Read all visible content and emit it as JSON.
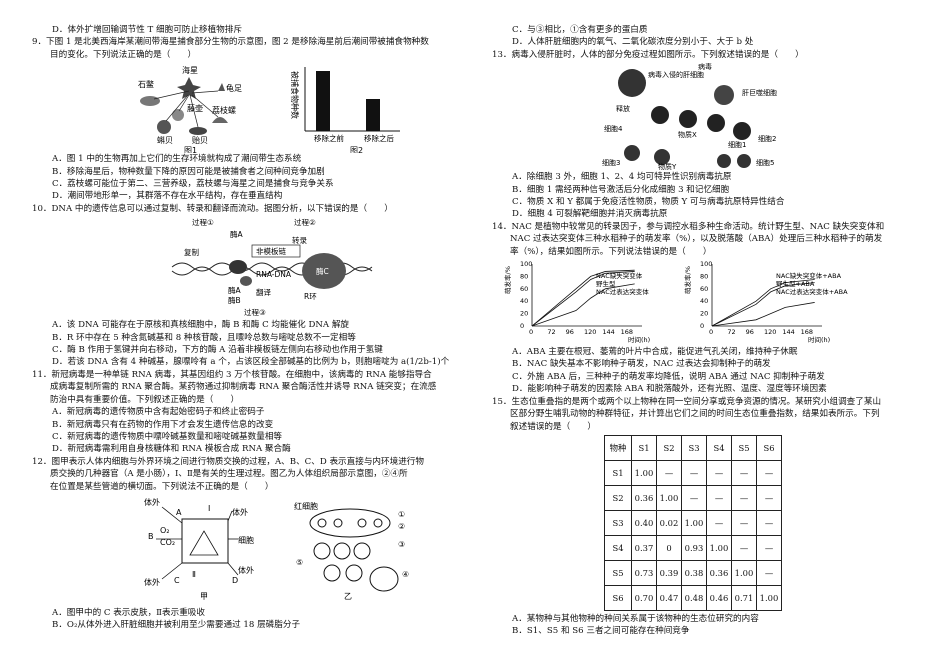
{
  "left_column": {
    "q8_option_d": "D．体外扩增回输调节性 T 细胞可防止移植物排斥",
    "q9": {
      "stem_line1": "9．下图 1 是北美西海岸某潮间带海星捕食部分生物的示意图，图 2 是移除海星前后潮间带被捕食物种数",
      "stem_line2": "目的变化。下列说法正确的是（　　）",
      "fig1_labels": {
        "starfish": "海星",
        "limpet": "石鳖",
        "barnacle": "藤壶",
        "tortoise": "龟足",
        "oyster": "荔枝螺",
        "snail": "蝌贝",
        "mussel": "贻贝"
      },
      "fig1_caption": "图1",
      "fig2_ylabel": "被捕食物种数",
      "fig2_caption": "图2",
      "fig2_categories": [
        "移除之前",
        "移除之后"
      ],
      "fig2_values": [
        15,
        8
      ],
      "options": [
        "A．图 1 中的生物再加上它们的生存环境就构成了潮间带生态系统",
        "B．移除海星后，物种数量下降的原因可能是被捕食者之间种间竞争加剧",
        "C．荔枝螺可能位于第二、三营养级，荔枝螺与海星之间是捕食与竞争关系",
        "D．潮间带地形单一，其群落不存在水平结构，存在垂直结构"
      ]
    },
    "q10": {
      "stem": "10．DNA 中的遗传信息可以通过复制、转录和翻译而流动。据图分析，以下错误的是（　　）",
      "labels": {
        "p1": "过程①",
        "p2": "过程②",
        "p3": "过程③",
        "ea": "酶A",
        "eb": "酶B",
        "ec": "酶C",
        "copy": "复制",
        "trans": "转录",
        "ntemp": "非模板链",
        "rnadna": "RNA-DNA",
        "transl": "翻译",
        "rloop": "R环"
      },
      "options": [
        "A．该 DNA 可能存在于原核和真核细胞中，酶 B 和酶 C 均能催化 DNA 解旋",
        "B．R 环中存在 5 种含氮碱基和 8 种核苷酸，且嘌呤总数与嘧啶总数不一定相等",
        "C．酶 B 作用于氢键并向右移动，下方的酶 A 沿着非模板链左侧向右移动也作用于氢键",
        "D．若该 DNA 含有 4 种碱基，腺嘌呤有 a 个，占该区段全部碱基的比例为 b，则胞嘧啶为 a(1/2b-1)个"
      ]
    },
    "q11": {
      "stem_line1": "11．新冠病毒是一种单链 RNA 病毒，其基因组约 3 万个核苷酸。在细胞中，该病毒的 RNA 能够指导合",
      "stem_line2": "成病毒复制所需的 RNA 聚合酶。某药物通过抑制病毒 RNA 聚合酶活性并诱导 RNA 链突变；在流感",
      "stem_line3": "防治中具有重要价值。下列叙述正确的是（　　）",
      "options": [
        "A．新冠病毒的遗传物质中含有起始密码子和终止密码子",
        "B．新冠病毒只有在药物的作用下才会发生遗传信息的改变",
        "C．新冠病毒的遗传物质中嘌呤碱基数量和嘧啶碱基数量相等",
        "D．新冠病毒需利用自身核糖体和 RNA 模板合成 RNA 聚合酶"
      ]
    },
    "q12": {
      "stem_line1": "12．图甲表示人体内细胞与外界环境之间进行物质交换的过程，A、B、C、D 表示直接与内环境进行物",
      "stem_line2": "质交换的几种器官（A 是小肠），Ⅰ、Ⅱ是有关的生理过程。图乙为人体组织局部示意图，②④所",
      "stem_line3": "在位置是某些管道的横切面。下列说法不正确的是（　　）",
      "fig_labels": {
        "outside1": "体外",
        "outside2": "体外",
        "outside3": "体外",
        "outside4": "体外",
        "o2": "O₂",
        "co2": "CO₂",
        "i": "Ⅰ",
        "ii": "Ⅱ",
        "a": "A",
        "b": "B",
        "c": "C",
        "d": "D",
        "cell": "细胞",
        "jia": "甲",
        "yi": "乙",
        "rbc": "红细胞",
        "n1": "①",
        "n2": "②",
        "n3": "③",
        "n4": "④",
        "n5": "⑤"
      },
      "options": [
        "A．图甲中的 C 表示皮肤，Ⅱ表示重吸收",
        "B．O₂从体外进入肝脏细胞并被利用至少需要通过 18 层磷脂分子"
      ]
    }
  },
  "right_column": {
    "q12_options": [
      "C．与③相比，①含有更多的蛋白质",
      "D．人体肝脏细胞内的氧气、二氧化碳浓度分别小于、大于 b 处"
    ],
    "q13": {
      "stem": "13．病毒入侵肝脏时，人体的部分免疫过程如图所示。下列叙述错误的是（　　）",
      "fig_labels": {
        "virus": "病毒",
        "infected": "病毒入侵的肝细胞",
        "cell1": "细胞1",
        "cell2": "细胞2",
        "cell3": "细胞3",
        "cell4": "细胞4",
        "cell5": "细胞5",
        "substx": "物质X",
        "substy": "物质Y",
        "release": "释放",
        "kupffer": "肝巨噬细胞"
      },
      "options": [
        "A．除细胞 3 外，细胞 1、2、4 均可特异性识别病毒抗原",
        "B．细胞 1 需经两种信号激活后分化成细胞 3 和记忆细胞",
        "C．物质 X 和 Y 都属于免疫活性物质，物质 Y 可与病毒抗原特异性结合",
        "D．细胞 4 可裂解靶细胞并消灭病毒抗原"
      ]
    },
    "q14": {
      "stem_line1": "14．NAC 是植物中较常见的转录因子，参与调控水稻多种生命活动。统计野生型、NAC 缺失突变体和",
      "stem_line2": "NAC 过表达突变体三种水稻种子的萌发率（%），以及脱落酸（ABA）处理后三种水稻种子的萌发",
      "stem_line3": "率（%），结果如图所示。下列说法错误的是（　　）",
      "chart_ylabel": "萌发率/%",
      "chart_xlabel": "时间(h)",
      "chart_xticks": [
        "0",
        "72",
        "96",
        "120",
        "144",
        "168"
      ],
      "chart_yticks": [
        "0",
        "20",
        "40",
        "60",
        "80",
        "100"
      ],
      "chart1_legend": [
        "NAC缺失突变体",
        "野生型",
        "NAC过表达突变体"
      ],
      "chart2_legend": [
        "NAC缺失突变体+ABA",
        "野生型+ABA",
        "NAC过表达突变体+ABA"
      ],
      "options": [
        "A．ABA 主要在根冠、萎蔫的叶片中合成，能促进气孔关闭，维持种子休眠",
        "B．NAC 缺失基本不影响种子萌发，NAC 过表达会抑制种子的萌发",
        "C．外施 ABA 后，三种种子的萌发率均降低，说明 ABA 通过 NAC 抑制种子萌发",
        "D．能影响种子萌发的因素除 ABA 和脱落酸外，还有光照、温度、湿度等环境因素"
      ]
    },
    "q15": {
      "stem_line1": "15．生态位重叠指的是两个或两个以上物种在同一空间分享或竞争资源的情况。某研究小组调查了某山",
      "stem_line2": "区部分野生哺乳动物的种群特征，并计算出它们之间的时间生态位重叠指数，结果如表所示。下列",
      "stem_line3": "叙述错误的是（　　）",
      "table_header": [
        "物种",
        "S1",
        "S2",
        "S3",
        "S4",
        "S5",
        "S6"
      ],
      "table_rows": [
        [
          "S1",
          "1.00",
          "—",
          "—",
          "—",
          "—",
          "—"
        ],
        [
          "S2",
          "0.36",
          "1.00",
          "—",
          "—",
          "—",
          "—"
        ],
        [
          "S3",
          "0.40",
          "0.02",
          "1.00",
          "—",
          "—",
          "—"
        ],
        [
          "S4",
          "0.37",
          "0",
          "0.93",
          "1.00",
          "—",
          "—"
        ],
        [
          "S5",
          "0.73",
          "0.39",
          "0.38",
          "0.36",
          "1.00",
          "—"
        ],
        [
          "S6",
          "0.70",
          "0.47",
          "0.48",
          "0.46",
          "0.71",
          "1.00"
        ]
      ],
      "options": [
        "A．某物种与其他物种的种间关系属于该物种的生态位研究的内容",
        "B．S1、S5 和 S6 三者之间可能存在种间竞争"
      ]
    }
  }
}
